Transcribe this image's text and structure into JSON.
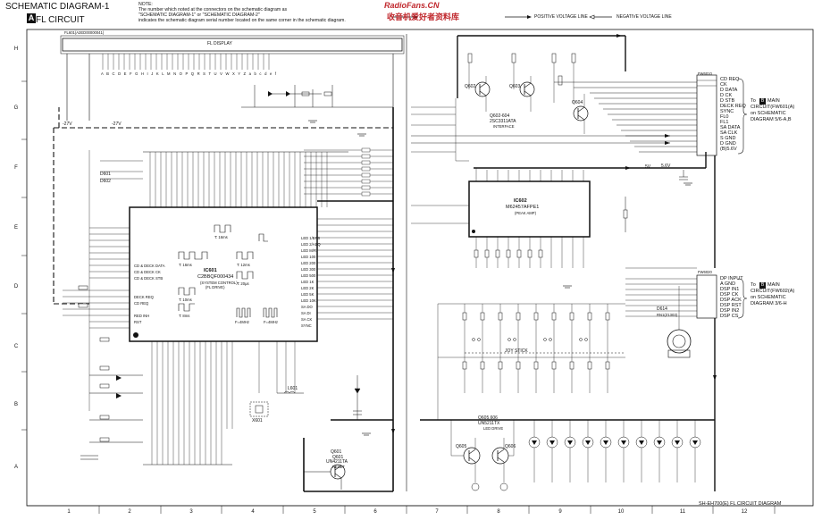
{
  "header": {
    "title": "SCHEMATIC DIAGRAM-1",
    "circuit_letter": "A",
    "circuit_name": "FL CIRCUIT",
    "note_lines": [
      "NOTE:",
      "The number which noted at the connectors on the schematic diagram as",
      "\"SCHEMATIC DIAGRAM-1\" or \"SCHEMATIC DIAGRAM-2\"",
      "indicates the schematic diagram serial number located on the same corner in the schematic diagram."
    ],
    "watermark": "RadioFans.CN",
    "watermark_cn": "收音机爱好者资料库"
  },
  "legend": {
    "positive": "POSITIVE VOLTAGE LINE",
    "negative": "NEGATIVE VOLTAGE LINE"
  },
  "footer": {
    "diagram_title": "SH-EH700(E) FL CIRCUIT DIAGRAM"
  },
  "ruler": {
    "columns": [
      "1",
      "2",
      "3",
      "4",
      "5",
      "6",
      "7",
      "8",
      "9",
      "10",
      "11",
      "12"
    ],
    "rows": [
      "H",
      "G",
      "F",
      "E",
      "D",
      "C",
      "B",
      "A"
    ]
  },
  "fl_display": {
    "part": "FL601(A2ED00000041)",
    "label": "FL DISPLAY",
    "pins": "A B C D E F G H I J K L M N O P Q R S T U V W X Y Z a b c d e f"
  },
  "ic601": {
    "ref": "IC601",
    "part": "C2BBQF000434",
    "function": "(SYSTEM CONTROL)",
    "function2": "(FL DRIVE)",
    "left_pins": [
      "CD & DECK DATA",
      "CD & DECK CK",
      "CD & DECK STB",
      "DECK REQ",
      "CD REQ",
      "RED INH",
      "RST"
    ],
    "right_pins": [
      "LED 1/BPS",
      "LED 2/AEQ",
      "LED M/R",
      "LED 100",
      "LED 200",
      "LED 300",
      "LED 500",
      "LED 1K",
      "LED 2K",
      "LED 5K",
      "LED 10K",
      "SA DO",
      "SA DI",
      "SA CK",
      "SYNC"
    ],
    "freq_labels": [
      "F=4MHz",
      "F=4MHz",
      "T: 16ms",
      "T: 12ms",
      "T: 20µs",
      "T: 16ms",
      "T: 10ms",
      "T: 8ms"
    ]
  },
  "ic602": {
    "ref": "IC602",
    "part": "M62457AFPE1",
    "function": "(PEAK AMP)"
  },
  "transistors": [
    {
      "ref": "Q602",
      "pos": "top"
    },
    {
      "ref": "Q603",
      "pos": "top"
    },
    {
      "ref": "Q604",
      "pos": "right"
    },
    {
      "ref": "Q605",
      "pos": "bottom"
    },
    {
      "ref": "Q606",
      "pos": "bottom"
    },
    {
      "ref": "Q601",
      "pos": "bottom"
    }
  ],
  "transistor_notes": {
    "q602_604": "Q602-604",
    "q602_604_part": "2SC3311ATA",
    "q602_604_func": "INTERFACE",
    "q605_606": "Q605,606",
    "q605_606_part": "UN5211TX",
    "q605_606_func": "LED DRIVE",
    "q601": "Q601",
    "q601_part": "UN4211TA",
    "q601_func": "RESET"
  },
  "connector_top": {
    "ref": "FW6010",
    "pins": [
      "CD REQ",
      "CK",
      "D DATA",
      "D CK",
      "D STB",
      "DECK REQ",
      "SYNC",
      "FL0",
      "FL1",
      "SA DATA",
      "SA CLK",
      "S GND",
      "D GND",
      "(B)5.6V"
    ],
    "target_line1": "To",
    "target_box": "B",
    "target_line2": "MAIN",
    "target_line3": "CIRCUIT(FW601(A)",
    "target_line4": "on SCHEMATIC",
    "target_line5": "DIAGRAM 5/6-A,B"
  },
  "connector_bottom": {
    "ref": "FW6020",
    "pins": [
      "DP INPUT",
      "A GND",
      "DSP IN1",
      "DSP CK",
      "DSP ACK",
      "DSP RST",
      "DSP IN2",
      "DSP CS"
    ],
    "target_line1": "To",
    "target_box": "B",
    "target_line2": "MAIN",
    "target_line3": "CIRCUIT(FW602(A)",
    "target_line4": "on SCHEMATIC",
    "target_line5": "DIAGRAM 3/6-H"
  },
  "misc": {
    "jog": "D614",
    "jog_part": "RN1(Z1303)",
    "joy_stick": "JOY STICK",
    "minus27v": "-27V",
    "plus5v": "5V",
    "plus56v": "5.6V",
    "ml_label": "L601",
    "x601": "X601",
    "d601": "D601",
    "d602": "D602"
  }
}
